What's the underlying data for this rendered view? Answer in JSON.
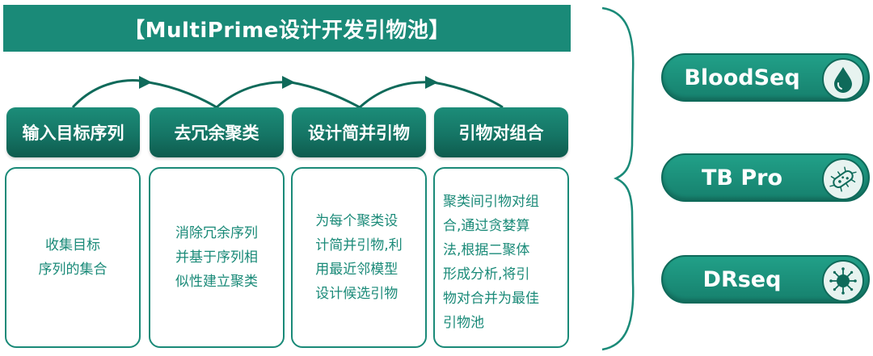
{
  "title": "【MultiPrime设计开发引物池】",
  "steps": [
    {
      "label": "输入目标序列",
      "desc": "收集目标\n序列的集合"
    },
    {
      "label": "去冗余聚类",
      "desc": "消除冗余序列\n并基于序列相\n似性建立聚类"
    },
    {
      "label": "设计简并引物",
      "desc": "为每个聚类设\n计简并引物,利\n用最近邻模型\n设计候选引物"
    },
    {
      "label": "引物对组合",
      "desc": "聚类间引物对组\n合,通过贪婪算\n法,根据二聚体\n形成分析,将引\n物对合并为最佳\n引物池"
    }
  ],
  "products": [
    {
      "label": "BloodSeq",
      "icon": "blood-drop-icon"
    },
    {
      "label": "TB Pro",
      "icon": "bacterium-icon"
    },
    {
      "label": "DRseq",
      "icon": "virus-icon"
    }
  ],
  "colors": {
    "primary": "#1a8a78",
    "dark": "#0f6a5a",
    "text_light": "#ffffff",
    "icon_bg": "#e7f3f0"
  }
}
